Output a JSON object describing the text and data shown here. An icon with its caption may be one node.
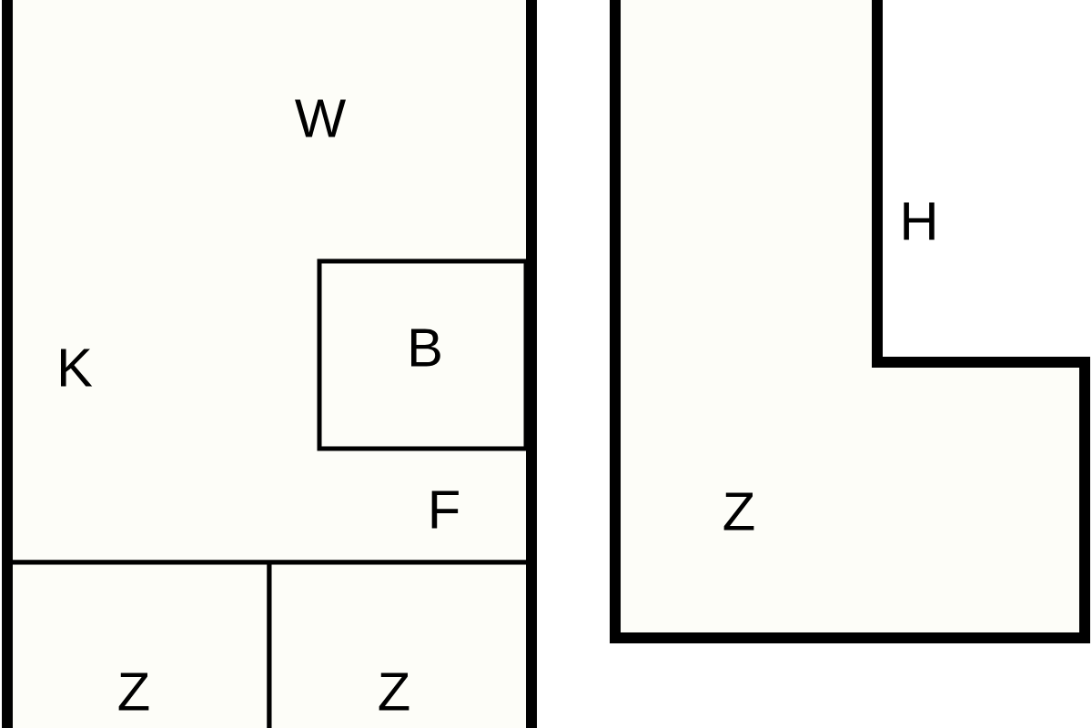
{
  "diagram": {
    "nodes": [
      {
        "text": [
          "W",
          "K",
          "F"
        ]
      },
      {
        "text": [
          "B"
        ],
        "in": 0
      },
      {
        "text": [
          "Z"
        ]
      },
      {
        "text": [
          "Z"
        ]
      },
      {
        "text": [
          "Z"
        ]
      }
    ],
    "labels": [
      "H"
    ]
  }
}
